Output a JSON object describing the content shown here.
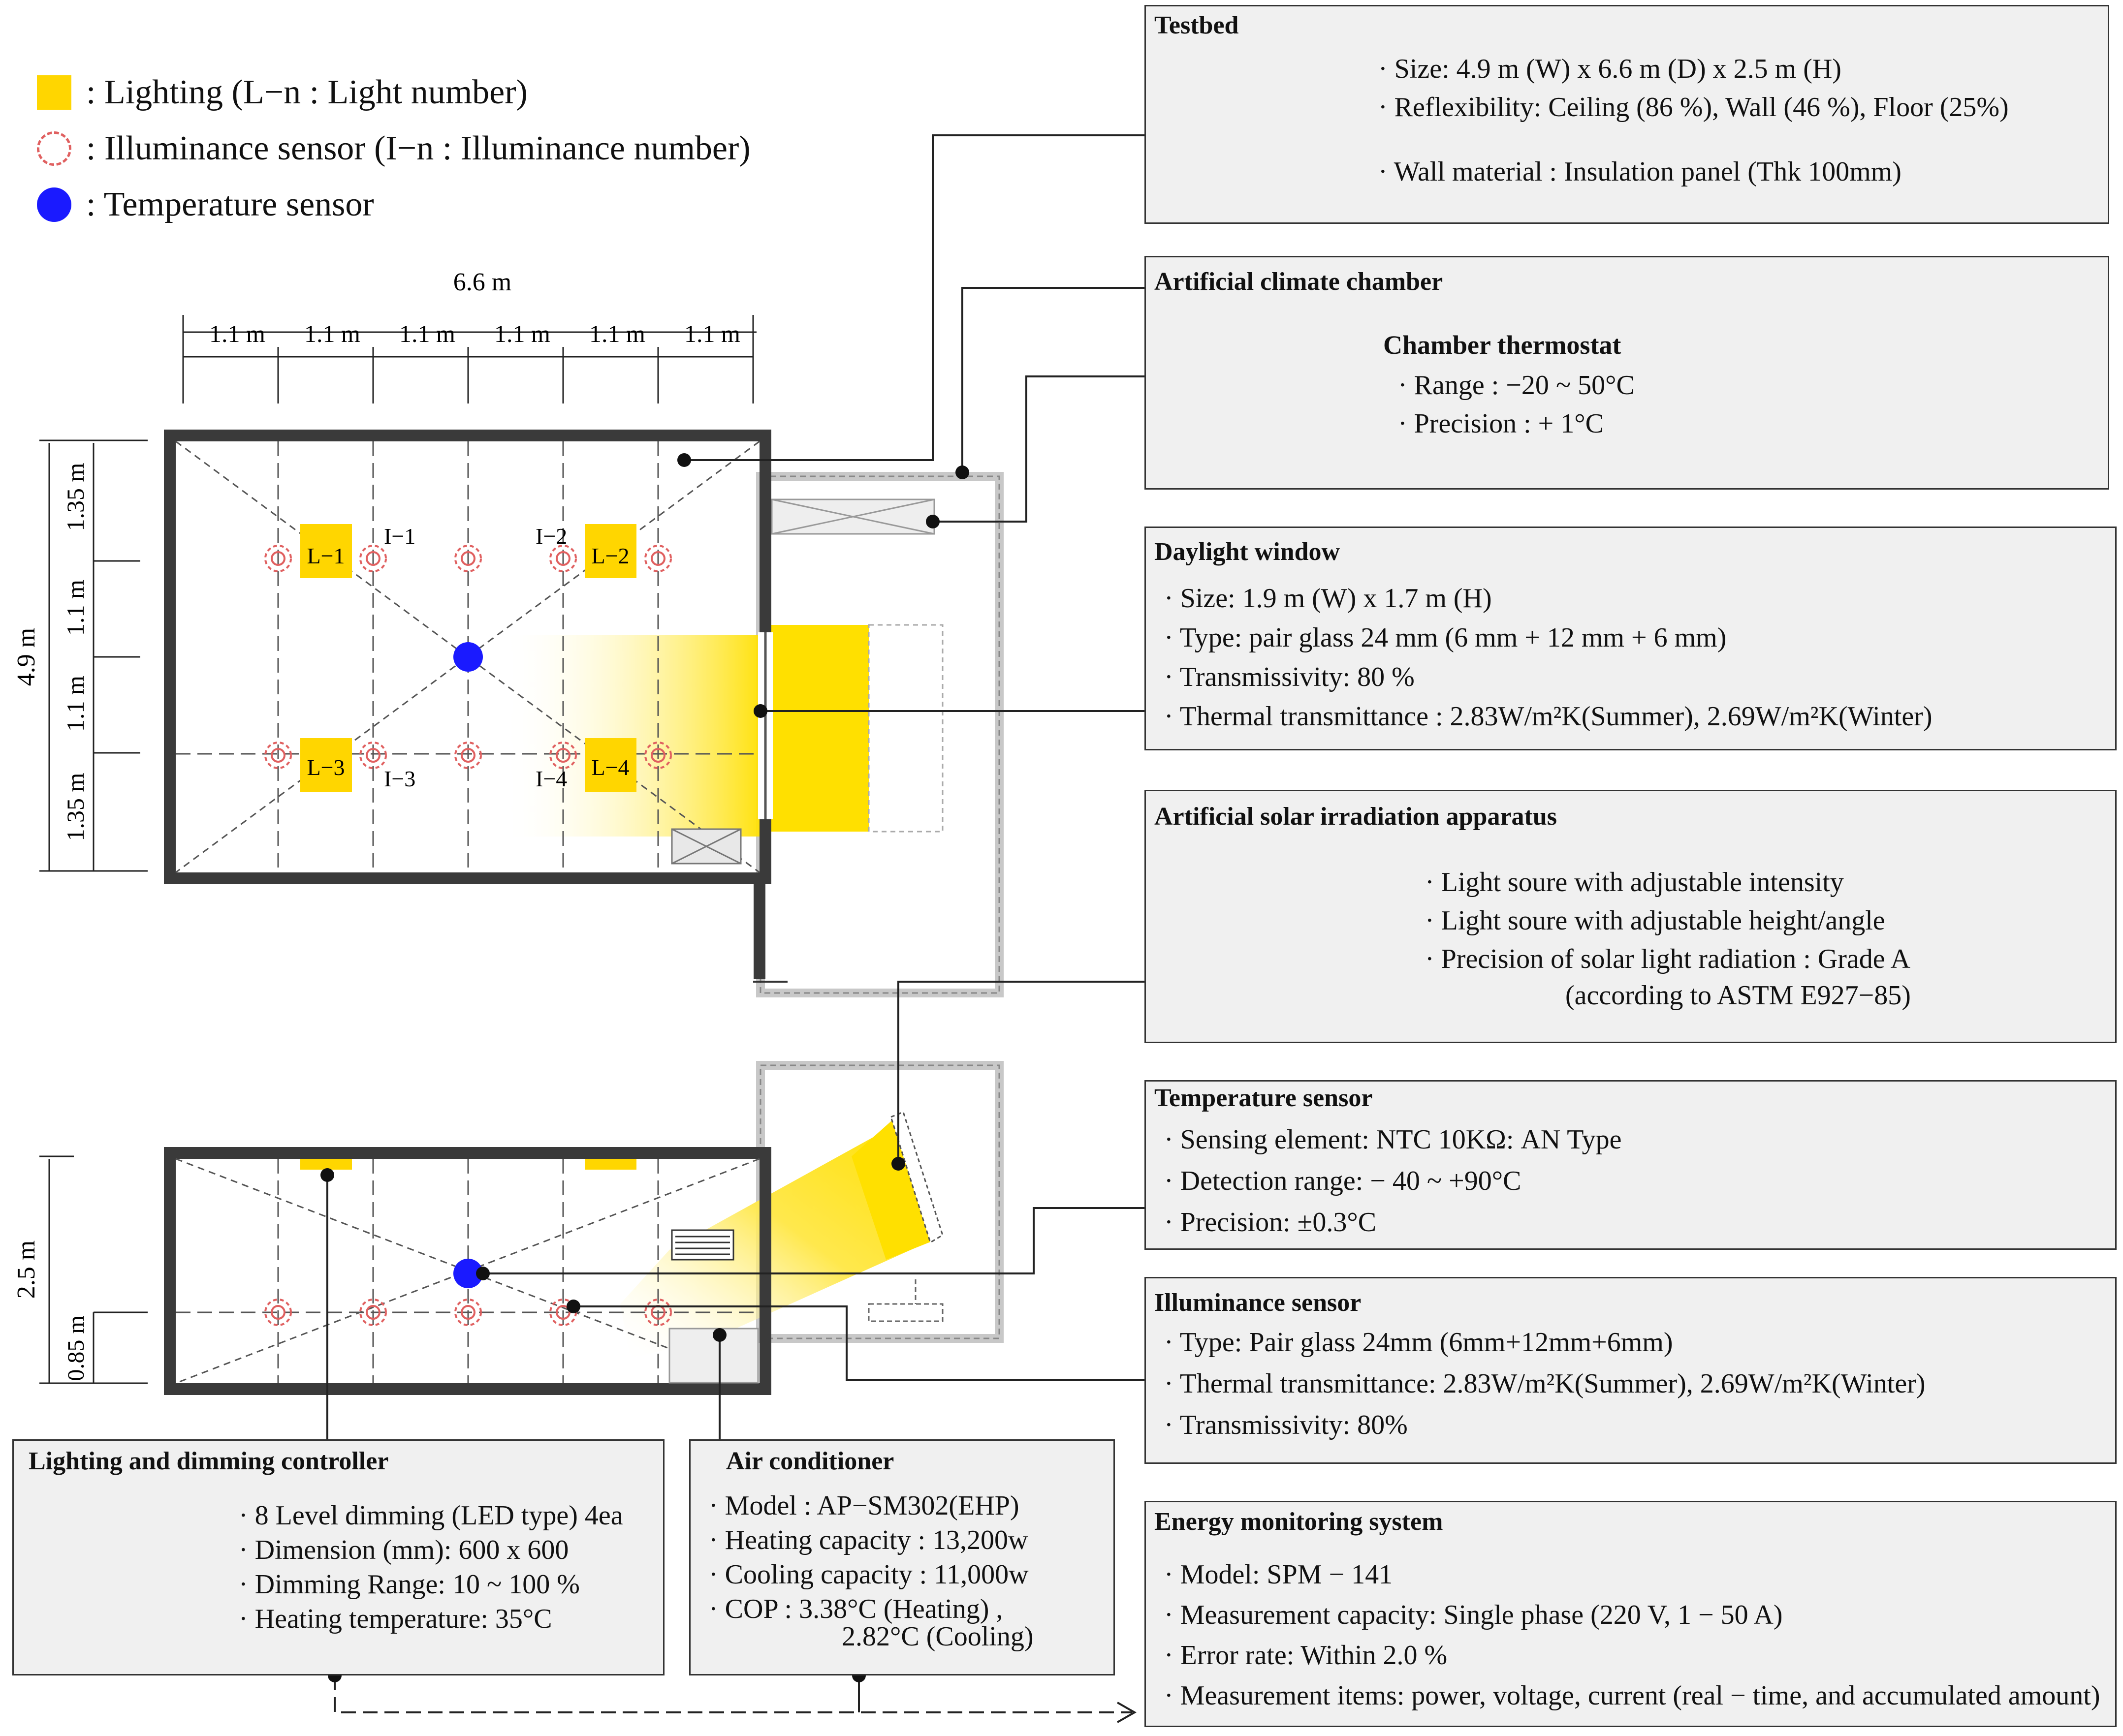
{
  "legend": {
    "lighting": ": Lighting (L−n : Light number)",
    "illuminance": ": Illuminance sensor (I−n : Illuminance number)",
    "temperature": ": Temperature sensor"
  },
  "dimensions": {
    "width_total": "6.6 m",
    "col": [
      "1.1 m",
      "1.1 m",
      "1.1 m",
      "1.1 m",
      "1.1 m",
      "1.1 m"
    ],
    "depth_total": "4.9 m",
    "rows": [
      "1.35 m",
      "1.1 m",
      "1.1 m",
      "1.35 m"
    ],
    "height_total": "2.5 m",
    "sensor_height": "0.85 m"
  },
  "plan_labels": {
    "lights": [
      "L−1",
      "L−2",
      "L−3",
      "L−4"
    ],
    "sensors": [
      "I−1",
      "I−2",
      "I−3",
      "I−4"
    ]
  },
  "testbed": {
    "title": "Testbed",
    "items": [
      "· Size: 4.9 m (W) x 6.6 m (D) x 2.5 m (H)",
      "· Reflexibility: Ceiling (86 %), Wall (46 %), Floor (25%)",
      "· Wall material :  Insulation panel   (Thk 100mm)"
    ]
  },
  "climate_chamber": {
    "title": "Artificial climate chamber",
    "subtitle": "Chamber thermostat",
    "items": [
      "· Range : −20  ~ 50°C",
      "· Precision : + 1°C"
    ]
  },
  "daylight_window": {
    "title": "Daylight window",
    "items": [
      "· Size: 1.9 m (W) x 1.7 m (H)",
      "· Type: pair glass 24 mm (6 mm + 12 mm + 6 mm)",
      "· Transmissivity: 80 %",
      "· Thermal transmittance : 2.83W/m²K(Summer), 2.69W/m²K(Winter)"
    ]
  },
  "solar_apparatus": {
    "title": "Artificial solar irradiation apparatus",
    "items": [
      "· Light soure with adjustable intensity",
      "· Light soure with adjustable height/angle",
      "· Precision of solar light radiation : Grade A",
      "(according to ASTM E927−85)"
    ]
  },
  "temperature_sensor": {
    "title": "Temperature sensor",
    "items": [
      "·  Sensing element: NTC 10KΩ: AN Type",
      "·  Detection range: − 40 ~ +90°C",
      "·  Precision: ±0.3°C"
    ]
  },
  "illuminance_sensor": {
    "title": "Illuminance sensor",
    "items": [
      "· Type: Pair glass 24mm (6mm+12mm+6mm)",
      "· Thermal transmittance: 2.83W/m²K(Summer), 2.69W/m²K(Winter)",
      "· Transmissivity: 80%"
    ]
  },
  "lighting_controller": {
    "title": "Lighting and dimming controller",
    "items": [
      "· 8 Level dimming (LED type) 4ea",
      "· Dimension (mm): 600 x 600",
      "· Dimming Range: 10 ~ 100 %",
      "· Heating temperature: 35°C"
    ]
  },
  "air_conditioner": {
    "title": "Air conditioner",
    "items": [
      "· Model :   AP−SM302(EHP)",
      "· Heating capacity : 13,200w",
      "· Cooling capacity : 11,000w",
      "· COP :  3.38°C (Heating) ,",
      "2.82°C (Cooling)"
    ]
  },
  "energy_monitoring": {
    "title": "Energy monitoring system",
    "items": [
      "· Model: SPM − 141",
      "· Measurement capacity: Single phase  (220 V, 1 − 50 A)",
      "· Error rate: Within 2.0 %",
      "· Measurement items: power, voltage, current (real − time, and accumulated amount)"
    ]
  },
  "colors": {
    "light": "#ffd600",
    "sensor": "#e06060",
    "temp": "#1a1aff",
    "wall": "#3a3a3a",
    "chamber": "#c8c8c8"
  }
}
